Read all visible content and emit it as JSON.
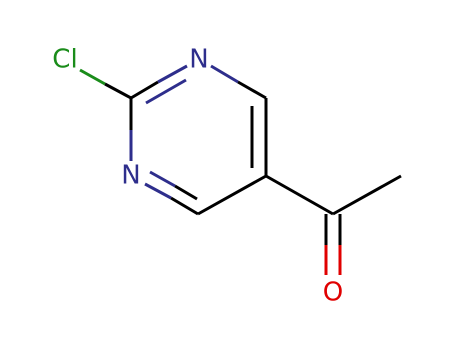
{
  "structure": {
    "atoms": [
      {
        "id": "Cl",
        "label": "Cl",
        "color": "#1a8c1a"
      },
      {
        "id": "N1",
        "label": "N",
        "color": "#2e2e8c"
      },
      {
        "id": "N3",
        "label": "N",
        "color": "#2e2e8c"
      },
      {
        "id": "O",
        "label": "O",
        "color": "#e00000"
      }
    ],
    "colors": {
      "carbon_bond": "#000000",
      "nitrogen": "#2e2e8c",
      "chlorine": "#1a8c1a",
      "oxygen": "#e00000"
    }
  }
}
